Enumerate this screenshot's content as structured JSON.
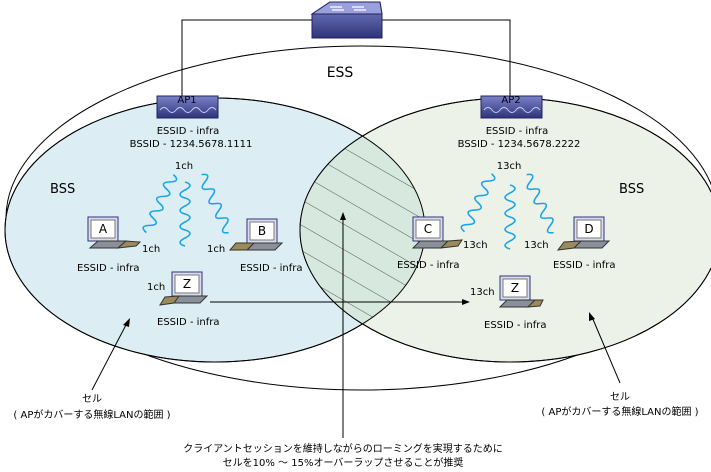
{
  "ess_label": "ESS",
  "bss_left": "BSS",
  "bss_right": "BSS",
  "ap1": {
    "name": "AP1",
    "essid": "ESSID - infra",
    "bssid": "BSSID - 1234.5678.1111",
    "channel": "1ch"
  },
  "ap2": {
    "name": "AP2",
    "essid": "ESSID - infra",
    "bssid": "BSSID - 1234.5678.2222",
    "channel": "13ch"
  },
  "clients": {
    "a": {
      "letter": "A",
      "channel": "1ch",
      "essid": "ESSID - infra"
    },
    "b": {
      "letter": "B",
      "channel": "1ch",
      "essid": "ESSID - infra"
    },
    "z_left": {
      "letter": "Z",
      "channel": "1ch",
      "essid": "ESSID - infra"
    },
    "c": {
      "letter": "C",
      "channel": "13ch",
      "essid": "ESSID - infra"
    },
    "d": {
      "letter": "D",
      "channel": "13ch",
      "essid": "ESSID - infra"
    },
    "z_right": {
      "letter": "Z",
      "channel": "13ch",
      "essid": "ESSID - infra"
    }
  },
  "cell_left": {
    "title": "セル",
    "desc": "( APがカバーする無線LANの範囲 )"
  },
  "cell_right": {
    "title": "セル",
    "desc": "( APがカバーする無線LANの範囲 )"
  },
  "note": {
    "line1": "クライアントセッションを維持しながらのローミングを実現するために",
    "line2": "セルを10% ～ 15%オーバーラップさせることが推奨"
  },
  "colors": {
    "left_cell": "#dcedf4",
    "right_cell": "#edf2e8",
    "overlap": "#d5e6dd",
    "wave": "#1aa6e6",
    "device": "#3a3f8c"
  }
}
